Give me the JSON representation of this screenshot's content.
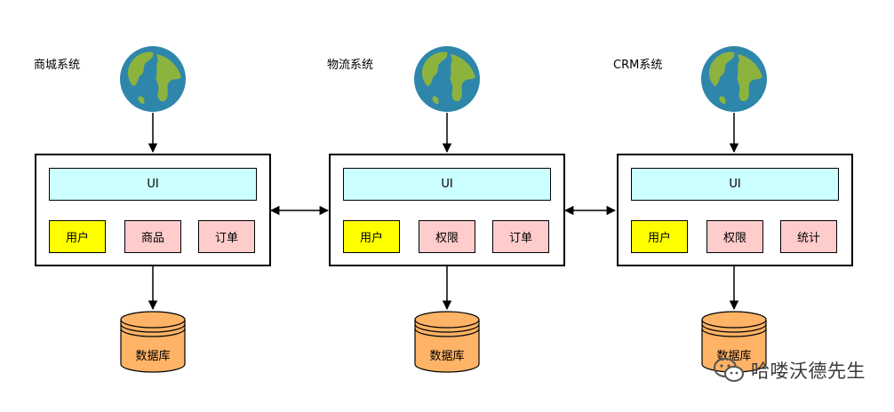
{
  "systems": [
    {
      "name": "商城系统",
      "ui_label": "UI",
      "modules": [
        {
          "label": "用户",
          "color": "#ffff00"
        },
        {
          "label": "商品",
          "color": "#ffcccc"
        },
        {
          "label": "订单",
          "color": "#ffcccc"
        }
      ],
      "db_label": "数据库"
    },
    {
      "name": "物流系统",
      "ui_label": "UI",
      "modules": [
        {
          "label": "用户",
          "color": "#ffff00"
        },
        {
          "label": "权限",
          "color": "#ffcccc"
        },
        {
          "label": "订单",
          "color": "#ffcccc"
        }
      ],
      "db_label": "数据库"
    },
    {
      "name": "CRM系统",
      "ui_label": "UI",
      "modules": [
        {
          "label": "用户",
          "color": "#ffff00"
        },
        {
          "label": "权限",
          "color": "#ffcccc"
        },
        {
          "label": "统计",
          "color": "#ffcccc"
        }
      ],
      "db_label": "数据库"
    }
  ],
  "watermark": {
    "text": "哈喽沃德先生",
    "icon": "wechat-icon"
  },
  "colors": {
    "ui_bar": "#ccffff",
    "database": "#ffb366",
    "globe_ocean": "#2e86ab",
    "globe_land": "#8db33f"
  }
}
